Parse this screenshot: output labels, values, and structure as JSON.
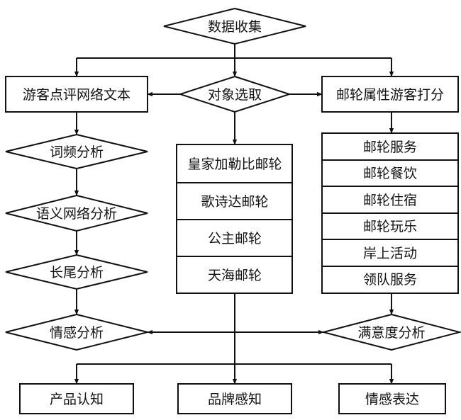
{
  "nodes": {
    "data_collection": "数据收集",
    "object_selection": "对象选取",
    "review_text": "游客点评网络文本",
    "cruise_rating": "邮轮属性游客打分",
    "word_freq": "词频分析",
    "semantic_net": "语义网络分析",
    "long_tail": "长尾分析",
    "emotion": "情感分析",
    "satisfaction": "满意度分析",
    "product": "产品认知",
    "brand": "品牌感知",
    "expression": "情感表达"
  },
  "cruise_ships": [
    "皇家加勒比邮轮",
    "歌诗达邮轮",
    "公主邮轮",
    "天海邮轮"
  ],
  "cruise_attributes": [
    "邮轮服务",
    "邮轮餐饮",
    "邮轮住宿",
    "邮轮玩乐",
    "岸上活动",
    "领队服务"
  ]
}
